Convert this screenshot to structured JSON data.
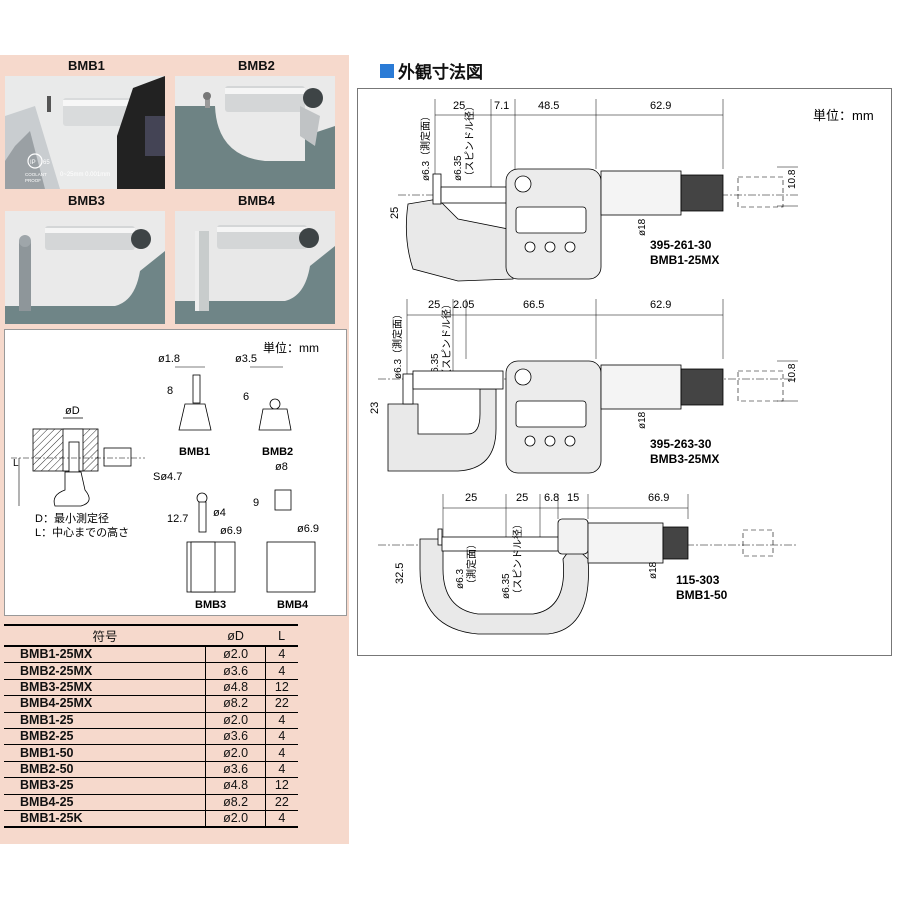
{
  "photos": [
    {
      "label": "BMB1"
    },
    {
      "label": "BMB2"
    },
    {
      "label": "BMB3"
    },
    {
      "label": "BMB4"
    }
  ],
  "photo_text": {
    "ip": "IP",
    "ip_num": "65",
    "coolant": "COOLANT",
    "proof": "PROOF",
    "range": "0~25mm  0.001mm"
  },
  "diagram": {
    "unit": "単位：mm",
    "phi_d": "øD",
    "legend_d": "D：最小測定径",
    "legend_l": "L：中心までの高さ",
    "l_label": "L",
    "bmb1": {
      "name": "BMB1",
      "d": "ø1.8",
      "h": "8"
    },
    "bmb2": {
      "name": "BMB2",
      "d": "ø3.5",
      "h": "6"
    },
    "bmb3": {
      "name": "BMB3",
      "s": "Sø4.7",
      "h": "12.7",
      "d4": "ø4",
      "d69": "ø6.9"
    },
    "bmb4": {
      "name": "BMB4",
      "d8": "ø8",
      "h": "9",
      "d69": "ø6.9"
    }
  },
  "table": {
    "headers": [
      "符号",
      "øD",
      "L"
    ],
    "rows": [
      [
        "BMB1-25MX",
        "ø2.0",
        "4"
      ],
      [
        "BMB2-25MX",
        "ø3.6",
        "4"
      ],
      [
        "BMB3-25MX",
        "ø4.8",
        "12"
      ],
      [
        "BMB4-25MX",
        "ø8.2",
        "22"
      ],
      [
        "BMB1-25",
        "ø2.0",
        "4"
      ],
      [
        "BMB2-25",
        "ø3.6",
        "4"
      ],
      [
        "BMB1-50",
        "ø2.0",
        "4"
      ],
      [
        "BMB2-50",
        "ø3.6",
        "4"
      ],
      [
        "BMB3-25",
        "ø4.8",
        "12"
      ],
      [
        "BMB4-25",
        "ø8.2",
        "22"
      ],
      [
        "BMB1-25K",
        "ø2.0",
        "4"
      ]
    ]
  },
  "right": {
    "title": "外観寸法図",
    "unit": "単位：mm",
    "d1": {
      "dims": [
        "25",
        "7.1",
        "48.5",
        "62.9"
      ],
      "phi63": "ø6.3（測定面）",
      "phi635": "ø6.35",
      "spindle": "（スピンドル径）",
      "h": "25",
      "d18": "ø18",
      "d108": "10.8",
      "model": "395-261-30",
      "code": "BMB1-25MX"
    },
    "d2": {
      "dims": [
        "25",
        "2.05",
        "66.5",
        "62.9"
      ],
      "phi63": "ø6.3（測定面）",
      "phi635": "ø6.35",
      "spindle": "（スピンドル径）",
      "h": "23",
      "d18": "ø18",
      "d108": "10.8",
      "model": "395-263-30",
      "code": "BMB3-25MX"
    },
    "d3": {
      "dims": [
        "25",
        "25",
        "6.8",
        "15",
        "66.9"
      ],
      "phi63": "ø6.3",
      "measure": "（測定面）",
      "phi635": "ø6.35",
      "spindle": "（スピンドル径）",
      "h": "32.5",
      "d18": "ø18",
      "model": "115-303",
      "code": "BMB1-50"
    }
  }
}
